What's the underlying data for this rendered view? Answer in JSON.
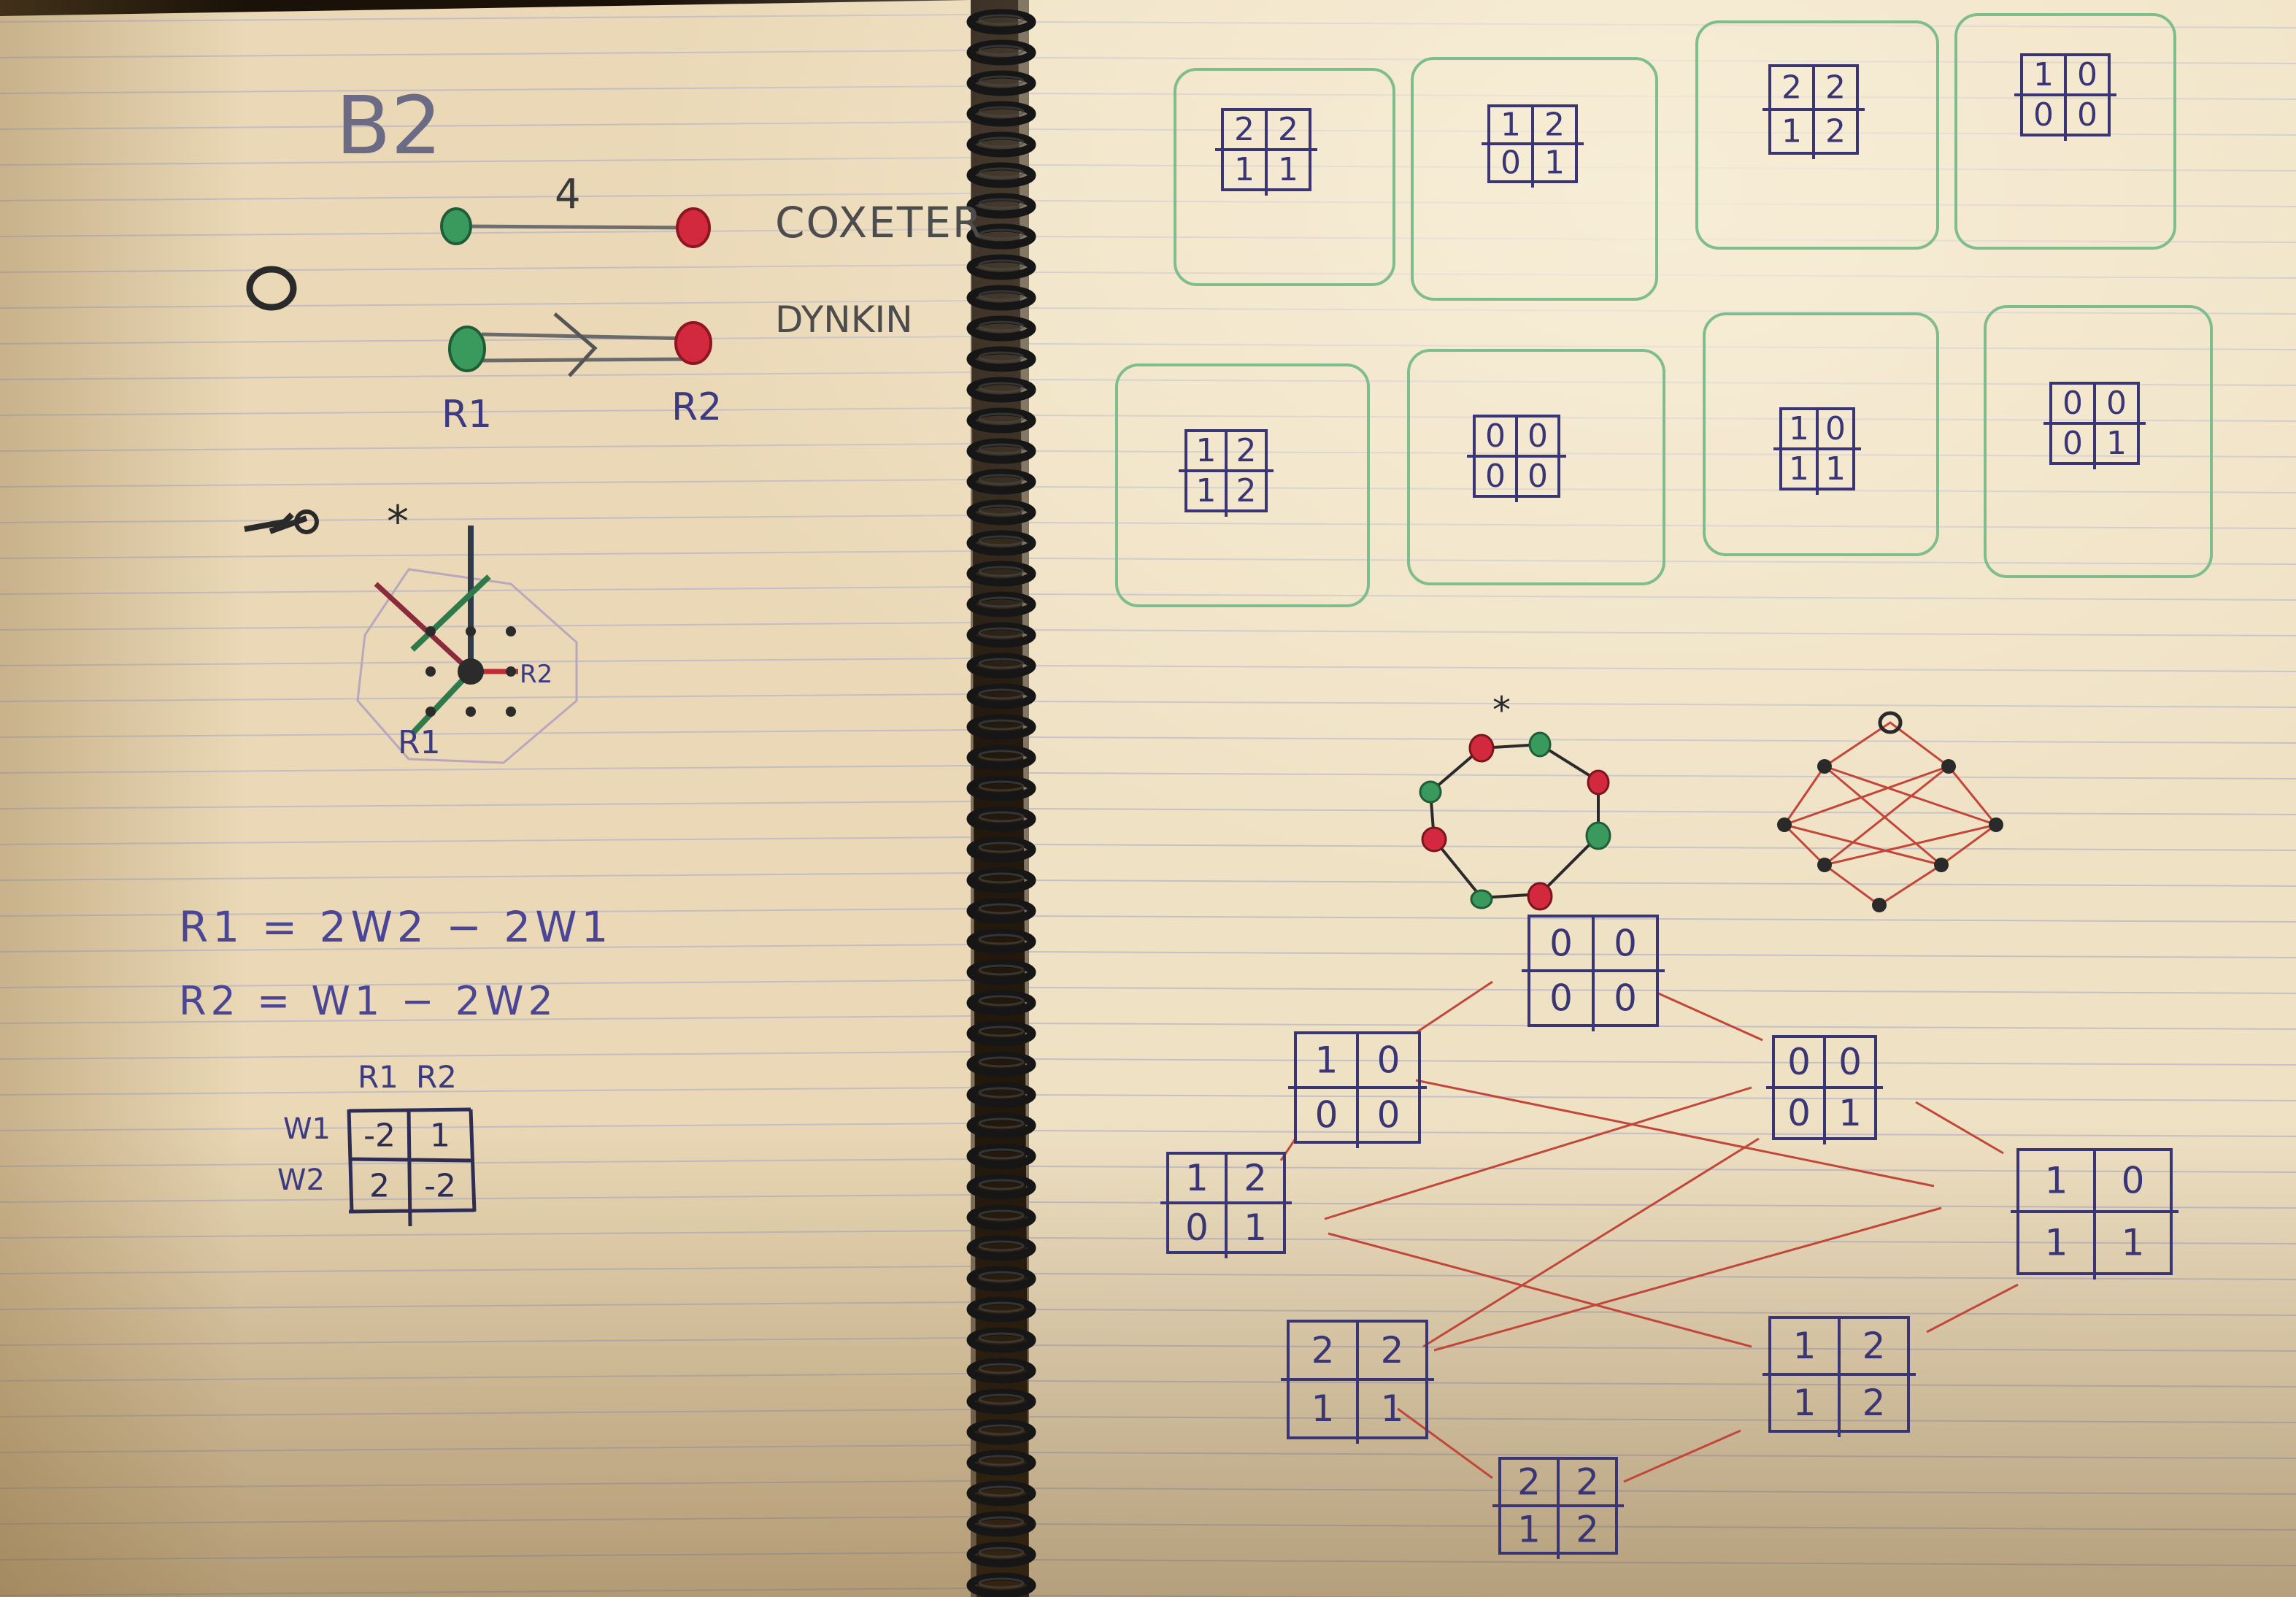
{
  "colors": {
    "paper": "#ecdcbd",
    "paper_shadow": "#c9b28a",
    "rule_line": "#b7b6c9",
    "ink_blue": "#3a3575",
    "ink_green": "#2f8a55",
    "ink_red": "#c62b3a",
    "ink_dark": "#2a2a2a",
    "spiral": "#161616",
    "box_green": "#7fbd8f",
    "edge_red": "#c2473a"
  },
  "left_page": {
    "title": "B2",
    "coxeter": {
      "edge_label": "4",
      "label": "COXETER"
    },
    "dynkin": {
      "label": "DYNKIN",
      "node1": "R1",
      "node2": "R2"
    },
    "root_system": {
      "star": "*",
      "label_r1": "R1",
      "label_r2": "R2"
    },
    "equations": {
      "line1": "R1 = 2W2 − 2W1",
      "line2": "R2 =  W1 − 2W2"
    },
    "matrix": {
      "col_headers": [
        "R1",
        "R2"
      ],
      "row_headers": [
        "W1",
        "W2"
      ],
      "cells": [
        [
          "-2",
          "1"
        ],
        [
          "2",
          "-2"
        ]
      ]
    }
  },
  "right_page": {
    "tableaux_row1": [
      [
        [
          "2",
          "2"
        ],
        [
          "1",
          "1"
        ]
      ],
      [
        [
          "1",
          "2"
        ],
        [
          "0",
          "1"
        ]
      ],
      [
        [
          "2",
          "2"
        ],
        [
          "1",
          "2"
        ]
      ],
      [
        [
          "1",
          "0"
        ],
        [
          "0",
          "0"
        ]
      ]
    ],
    "tableaux_row2": [
      [
        [
          "1",
          "2"
        ],
        [
          "1",
          "2"
        ]
      ],
      [
        [
          "0",
          "0"
        ],
        [
          "0",
          "0"
        ]
      ],
      [
        [
          "1",
          "0"
        ],
        [
          "1",
          "1"
        ]
      ],
      [
        [
          "0",
          "0"
        ],
        [
          "0",
          "1"
        ]
      ]
    ],
    "octagon_star": "*",
    "graph_nodes": [
      [
        [
          "0",
          "0"
        ],
        [
          "0",
          "0"
        ]
      ],
      [
        [
          "1",
          "0"
        ],
        [
          "0",
          "0"
        ]
      ],
      [
        [
          "0",
          "0"
        ],
        [
          "0",
          "1"
        ]
      ],
      [
        [
          "1",
          "2"
        ],
        [
          "0",
          "1"
        ]
      ],
      [
        [
          "1",
          "0"
        ],
        [
          "1",
          "1"
        ]
      ],
      [
        [
          "2",
          "2"
        ],
        [
          "1",
          "1"
        ]
      ],
      [
        [
          "1",
          "2"
        ],
        [
          "1",
          "2"
        ]
      ],
      [
        [
          "2",
          "2"
        ],
        [
          "1",
          "2"
        ]
      ]
    ]
  }
}
